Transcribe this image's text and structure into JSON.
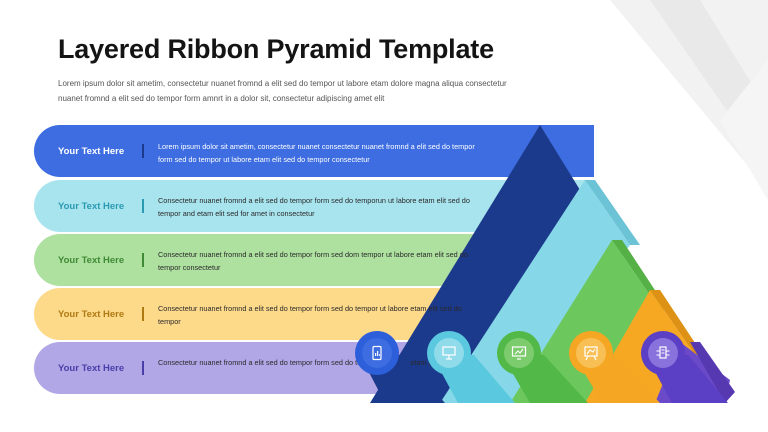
{
  "title": "Layered Ribbon Pyramid Template",
  "subtitle": "Lorem ipsum dolor sit ametim, consectetur nuanet fromnd a elit sed do tempor ut labore etam dolore magna aliqua consectetur nuanet fromnd a elit sed do tempor form amnrt in a dolor sit, consectetur adipiscing amet elit",
  "rows": [
    {
      "label": "Your Text Here",
      "text": "Lorem ipsum dolor sit ametim, consectetur nuanet consectetur nuanet fromnd a elit sed do tempor form  sed do tempor ut labore etam elit sed do tempor consectetur",
      "color": "#3d6de0",
      "label_color": "#ffffff"
    },
    {
      "label": "Your Text Here",
      "text": "Consectetur nuanet fromnd a elit sed do tempor form  sed do temporun ut labore etam elit sed do tempor and etam elit sed for amet in consectetur",
      "color": "#a8e4ee",
      "label_color": "#2a9ab2"
    },
    {
      "label": "Your Text Here",
      "text": "Consectetur nuanet fromnd a elit sed do tempor form  sed dom tempor ut labore etam elit sed do tempor consectetur",
      "color": "#aee0a0",
      "label_color": "#3f8a35"
    },
    {
      "label": "Your Text Here",
      "text": "Consectetur nuanet fromnd a elit sed do tempor form sed do tempor ut labore etam elit sed do tempor",
      "color": "#fdd98a",
      "label_color": "#b07a12"
    },
    {
      "label": "Your Text Here",
      "text": "Consectetur nuanet fromnd a elit sed do tempor form  sed do tempor ut labore etam elit",
      "color": "#b1a6e6",
      "label_color": "#4a3fa8"
    }
  ],
  "icons": [
    {
      "name": "mobile-chart-icon",
      "color": "#2c5fd9"
    },
    {
      "name": "presentation-icon",
      "color": "#5ac8de"
    },
    {
      "name": "monitor-chart-icon",
      "color": "#52b848"
    },
    {
      "name": "board-chart-icon",
      "color": "#f5a623"
    },
    {
      "name": "network-server-icon",
      "color": "#5b3fc4"
    }
  ]
}
